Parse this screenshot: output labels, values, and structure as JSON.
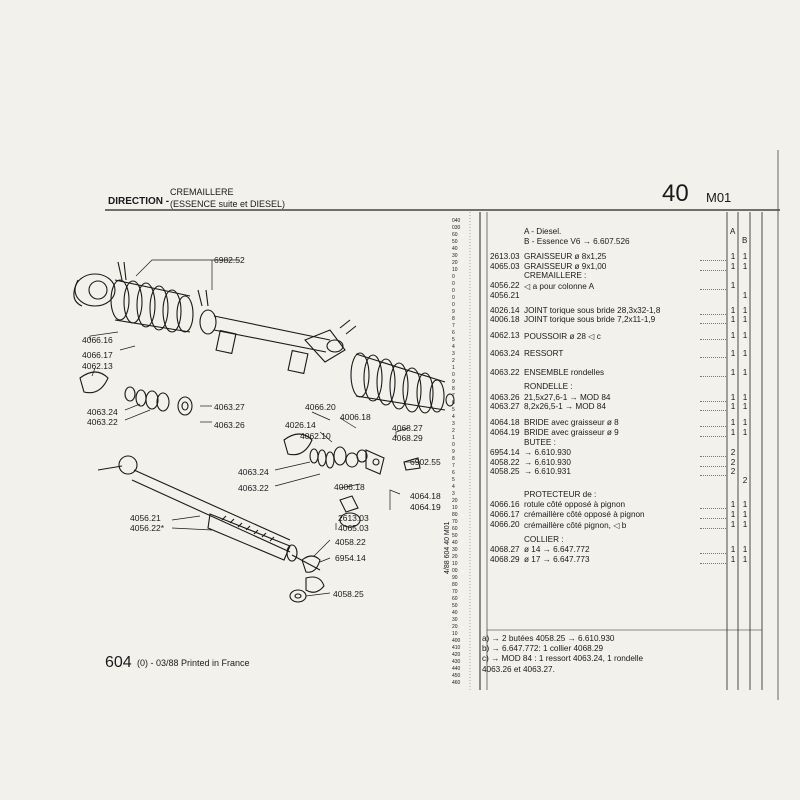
{
  "header": {
    "section": "DIRECTION -",
    "subtitle_1": "CREMAILLERE",
    "subtitle_2": "(ESSENCE suite et DIESEL)",
    "page_number": "40",
    "page_code": "M01"
  },
  "footer": {
    "model": "604",
    "date": "(0) - 03/88 Printed in France"
  },
  "vertical_code": "4/88  604  40 M01",
  "columns": {
    "col_a": "A",
    "col_b": "B"
  },
  "ruler": [
    "040",
    "030",
    "60",
    "50",
    "40",
    "30",
    "20",
    "10",
    "0",
    "0",
    "0",
    "0",
    "0",
    "9",
    "8",
    "7",
    "6",
    "5",
    "4",
    "3",
    "2",
    "1",
    "0",
    "9",
    "8",
    "7",
    "6",
    "5",
    "4",
    "3",
    "2",
    "1",
    "0",
    "9",
    "8",
    "7",
    "6",
    "5",
    "4",
    "3",
    "20",
    "10",
    "80",
    "70",
    "60",
    "50",
    "40",
    "30",
    "20",
    "10",
    "00",
    "90",
    "80",
    "70",
    "60",
    "50",
    "40",
    "30",
    "20",
    "10",
    "400",
    "410",
    "420",
    "430",
    "440",
    "450",
    "460"
  ],
  "diagram_labels": [
    {
      "id": "l6982_52",
      "text": "6982.52"
    },
    {
      "id": "l4066_16",
      "text": "4066.16"
    },
    {
      "id": "l4066_17",
      "text": "4066.17"
    },
    {
      "id": "l4062_13",
      "text": "4062.13"
    },
    {
      "id": "l4063_24a",
      "text": "4063.24"
    },
    {
      "id": "l4063_22a",
      "text": "4063.22"
    },
    {
      "id": "l4063_27",
      "text": "4063.27"
    },
    {
      "id": "l4063_26",
      "text": "4063.26"
    },
    {
      "id": "l4066_20",
      "text": "4066.20"
    },
    {
      "id": "l4006_18a",
      "text": "4006.18"
    },
    {
      "id": "l4026_14",
      "text": "4026.14"
    },
    {
      "id": "l4062_10",
      "text": "4062.10"
    },
    {
      "id": "l4068_27",
      "text": "4068.27"
    },
    {
      "id": "l4068_29",
      "text": "4068.29"
    },
    {
      "id": "l4063_24b",
      "text": "4063.24"
    },
    {
      "id": "l6902_55",
      "text": "6902.55"
    },
    {
      "id": "l4063_22b",
      "text": "4063.22"
    },
    {
      "id": "l4006_18b",
      "text": "4006.18"
    },
    {
      "id": "l4064_18",
      "text": "4064.18"
    },
    {
      "id": "l4064_19",
      "text": "4064.19"
    },
    {
      "id": "l2613_03",
      "text": "2613.03"
    },
    {
      "id": "l4065_03",
      "text": "4065.03"
    },
    {
      "id": "l4056_21",
      "text": "4056.21"
    },
    {
      "id": "l4056_22",
      "text": "4056.22*"
    },
    {
      "id": "l4058_22",
      "text": "4058.22"
    },
    {
      "id": "l6954_14",
      "text": "6954.14"
    },
    {
      "id": "l4058_25",
      "text": "4058.25"
    }
  ],
  "parts": [
    {
      "ref": "",
      "desc": "A - Diesel.",
      "a": "",
      "b": ""
    },
    {
      "ref": "",
      "desc": "B - Essence V6 → 6.607.526",
      "a": "",
      "b": ""
    },
    {
      "ref": "2613.03",
      "desc": "GRAISSEUR ø 8x1,25",
      "a": "1",
      "b": "1"
    },
    {
      "ref": "4065.03",
      "desc": "GRAISSEUR ø 9x1,00",
      "a": "1",
      "b": "1"
    },
    {
      "ref": "",
      "desc": "CREMAILLERE :",
      "a": "",
      "b": ""
    },
    {
      "ref": "4056.22",
      "desc": "◁ a pour colonne A",
      "a": "1",
      "b": ""
    },
    {
      "ref": "4056.21",
      "desc": "",
      "a": "",
      "b": "1"
    },
    {
      "ref": "4026.14",
      "desc": "JOINT torique sous bride 28,3x32-1,8",
      "a": "1",
      "b": "1"
    },
    {
      "ref": "4006.18",
      "desc": "JOINT torique sous bride 7,2x11-1,9",
      "a": "1",
      "b": "1"
    },
    {
      "ref": "4062.13",
      "desc": "POUSSOIR ø 28 ◁ c",
      "a": "1",
      "b": "1"
    },
    {
      "ref": "4063.24",
      "desc": "RESSORT",
      "a": "1",
      "b": "1"
    },
    {
      "ref": "4063.22",
      "desc": "ENSEMBLE rondelles",
      "a": "1",
      "b": "1"
    },
    {
      "ref": "",
      "desc": "RONDELLE :",
      "a": "",
      "b": ""
    },
    {
      "ref": "4063.26",
      "desc": "21,5x27,6-1 → MOD 84",
      "a": "1",
      "b": "1"
    },
    {
      "ref": "4063.27",
      "desc": "8,2x26,5-1 → MOD 84",
      "a": "1",
      "b": "1"
    },
    {
      "ref": "4064.18",
      "desc": "BRIDE avec graisseur ø 8",
      "a": "1",
      "b": "1"
    },
    {
      "ref": "4064.19",
      "desc": "BRIDE avec graisseur ø 9",
      "a": "1",
      "b": "1"
    },
    {
      "ref": "",
      "desc": "BUTEE :",
      "a": "",
      "b": ""
    },
    {
      "ref": "6954.14",
      "desc": "→ 6.610.930",
      "a": "2",
      "b": ""
    },
    {
      "ref": "4058.22",
      "desc": "→ 6.610.930",
      "a": "2",
      "b": ""
    },
    {
      "ref": "4058.25",
      "desc": "→ 6.610.931",
      "a": "2",
      "b": ""
    },
    {
      "ref": "",
      "desc": "",
      "a": "",
      "b": "2"
    },
    {
      "ref": "",
      "desc": "PROTECTEUR de :",
      "a": "",
      "b": ""
    },
    {
      "ref": "4066.16",
      "desc": "rotule côté opposé à pignon",
      "a": "1",
      "b": "1"
    },
    {
      "ref": "4066.17",
      "desc": "crémaillère côté opposé à pignon",
      "a": "1",
      "b": "1"
    },
    {
      "ref": "4066.20",
      "desc": "crémaillère côté pignon, ◁ b",
      "a": "1",
      "b": "1"
    },
    {
      "ref": "",
      "desc": "COLLIER :",
      "a": "",
      "b": ""
    },
    {
      "ref": "4068.27",
      "desc": "ø 14 → 6.647.772",
      "a": "1",
      "b": "1"
    },
    {
      "ref": "4068.29",
      "desc": "ø 17 → 6.647.773",
      "a": "1",
      "b": "1"
    }
  ],
  "notes": [
    "a) → 2 butées 4058.25 → 6.610.930",
    "b) → 6.647.772: 1 collier 4068.29",
    "c) → MOD 84 : 1 ressort 4063.24, 1 rondelle",
    "4063.26 et 4063.27."
  ]
}
